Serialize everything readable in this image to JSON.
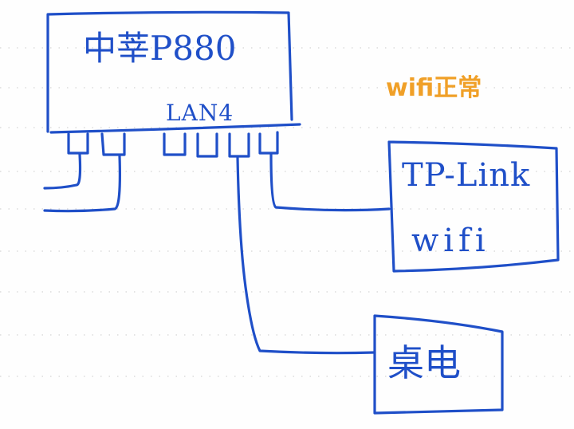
{
  "diagram": {
    "router": {
      "label": "中莘P880",
      "port_label": "LAN4"
    },
    "tplink": {
      "label_line1": "TP-Link",
      "label_line2": "wifi"
    },
    "desktop": {
      "label": "桌电"
    },
    "status_note": "wifi正常"
  },
  "colors": {
    "ink": "#1f4fc8",
    "note": "#f0a028",
    "ruled_line": "#d4d4d4"
  }
}
